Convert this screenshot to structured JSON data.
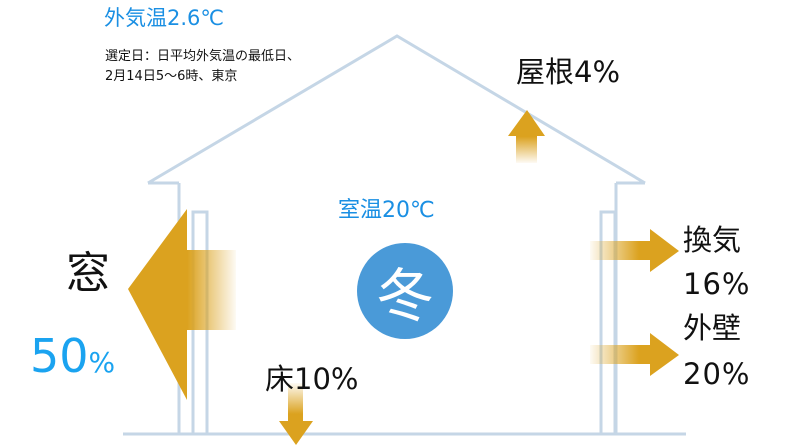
{
  "outside_temperature": "外気温2.6℃",
  "selection_note_line1": "選定日：日平均外気温の最低日、",
  "selection_note_line2": "2月14日5～6時、東京",
  "room_temperature": "室温20℃",
  "season": "冬",
  "roof": "屋根4%",
  "window_label": "窓",
  "window_value": "50",
  "window_unit": "%",
  "floor": "床10%",
  "ventilation_label": "換気",
  "ventilation_value": "16%",
  "wall_label": "外壁",
  "wall_value": "20%",
  "colors": {
    "house_outline": "#c5d6e6",
    "arrow": "#dba21f",
    "label_blue": "#1a8fe3",
    "badge": "#4a9ad8"
  },
  "icons": [
    "heat-loss-arrow-left",
    "heat-loss-arrow-up",
    "heat-loss-arrow-right",
    "heat-loss-arrow-down"
  ]
}
